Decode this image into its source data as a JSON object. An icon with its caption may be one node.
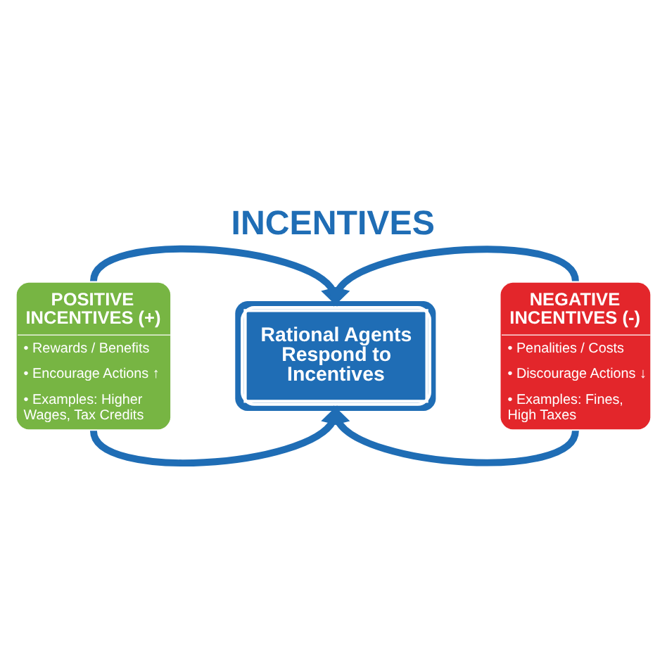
{
  "diagram": {
    "title": "INCENTIVES",
    "nodes": [
      {
        "text": [
          "POSITIVE INCENTIVES (+)",
          "• Rewards / Benefits",
          "• Encourage Actions ↑",
          "• Examples: Higher Wages, Tax Credits"
        ]
      },
      {
        "text": [
          "Rational Agents Respond to Incentives"
        ]
      },
      {
        "text": [
          "NEGATIVE INCENTIVES (-)",
          "• Penalities / Costs",
          "• Discourage Actions ↓",
          "• Examples: Fines, High Taxes"
        ]
      }
    ],
    "edges": [
      {
        "from": 0,
        "to": 1,
        "arrow": "to"
      },
      {
        "from": 2,
        "to": 1,
        "arrow": "to"
      },
      {
        "from": 0,
        "to": 1,
        "arrow": "to"
      },
      {
        "from": 2,
        "to": 1,
        "arrow": "to"
      }
    ]
  }
}
